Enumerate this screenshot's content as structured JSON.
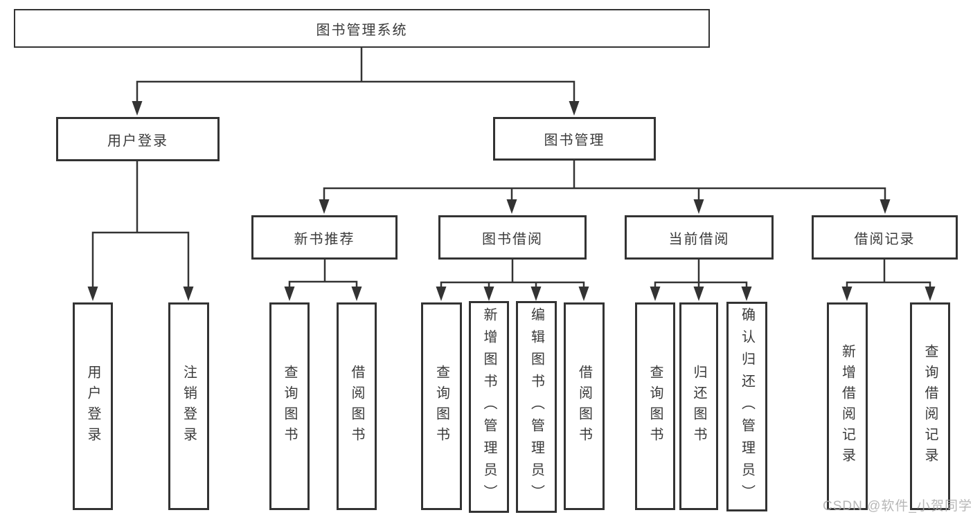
{
  "diagram": {
    "root": {
      "label": "图书管理系统"
    },
    "branches": [
      {
        "label": "用户登录",
        "children": [
          {
            "label": "用户登录"
          },
          {
            "label": "注销登录"
          }
        ]
      },
      {
        "label": "图书管理",
        "children": [
          {
            "label": "新书推荐",
            "children": [
              {
                "label": "查询图书"
              },
              {
                "label": "借阅图书"
              }
            ]
          },
          {
            "label": "图书借阅",
            "children": [
              {
                "label": "查询图书"
              },
              {
                "label": "新增图书（管理员）"
              },
              {
                "label": "编辑图书（管理员）"
              },
              {
                "label": "借阅图书"
              }
            ]
          },
          {
            "label": "当前借阅",
            "children": [
              {
                "label": "查询图书"
              },
              {
                "label": "归还图书"
              },
              {
                "label": "确认归还（管理员）"
              }
            ]
          },
          {
            "label": "借阅记录",
            "children": [
              {
                "label": "新增借阅记录"
              },
              {
                "label": "查询借阅记录"
              }
            ]
          }
        ]
      }
    ]
  },
  "watermark": {
    "text": "CSDN @软件_小贺同学"
  },
  "colors": {
    "line": "#333333",
    "text": "#3a3a3a",
    "watermark": "#ababab",
    "background": "#ffffff"
  }
}
